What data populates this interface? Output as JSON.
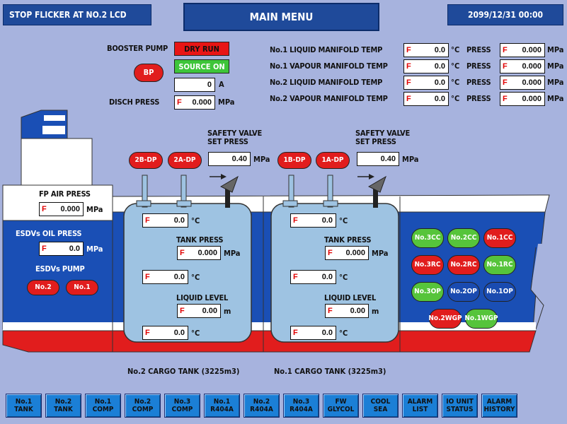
{
  "header": {
    "message": "STOP FLICKER AT NO.2 LCD",
    "title": "MAIN MENU",
    "datetime": "2099/12/31 00:00"
  },
  "booster": {
    "label": "BOOSTER PUMP",
    "pump_button": "BP",
    "status_dry_run": "DRY RUN",
    "status_source": "SOURCE ON",
    "current_value": "0",
    "current_unit": "A",
    "disch_label": "DISCH PRESS",
    "disch_value": "0.000",
    "disch_unit": "MPa"
  },
  "manifold": [
    {
      "label": "No.1 LIQUID MANIFOLD TEMP",
      "temp": "0.0",
      "temp_unit": "°C",
      "press_label": "PRESS",
      "press": "0.000",
      "press_unit": "MPa"
    },
    {
      "label": "No.1 VAPOUR MANIFOLD TEMP",
      "temp": "0.0",
      "temp_unit": "°C",
      "press_label": "PRESS",
      "press": "0.000",
      "press_unit": "MPa"
    },
    {
      "label": "No.2 LIQUID MANIFOLD TEMP",
      "temp": "0.0",
      "temp_unit": "°C",
      "press_label": "PRESS",
      "press": "0.000",
      "press_unit": "MPa"
    },
    {
      "label": "No.2 VAPOUR MANIFOLD TEMP",
      "temp": "0.0",
      "temp_unit": "°C",
      "press_label": "PRESS",
      "press": "0.000",
      "press_unit": "MPa"
    }
  ],
  "flag": "F",
  "fp_air": {
    "label": "FP AIR PRESS",
    "value": "0.000",
    "unit": "MPa"
  },
  "esdv": {
    "oil_label": "ESDVs OIL PRESS",
    "oil_value": "0.0",
    "oil_unit": "MPa",
    "pump_label": "ESDVs PUMP",
    "pump_no2": "No.2",
    "pump_no1": "No.1"
  },
  "tank2": {
    "dp_b": "2B-DP",
    "dp_a": "2A-DP",
    "safety_label": "SAFETY VALVE",
    "safety_label2": "SET PRESS",
    "safety_value": "0.40",
    "safety_unit": "MPa",
    "temp_top": "0.0",
    "temp_mid": "0.0",
    "temp_bot": "0.0",
    "temp_unit": "°C",
    "press_label": "TANK PRESS",
    "press_value": "0.000",
    "press_unit": "MPa",
    "level_label": "LIQUID LEVEL",
    "level_value": "0.00",
    "level_unit": "m",
    "name": "No.2 CARGO TANK (3225m3)"
  },
  "tank1": {
    "dp_b": "1B-DP",
    "dp_a": "1A-DP",
    "safety_label": "SAFETY VALVE",
    "safety_label2": "SET PRESS",
    "safety_value": "0.40",
    "safety_unit": "MPa",
    "temp_top": "0.0",
    "temp_mid": "0.0",
    "temp_bot": "0.0",
    "temp_unit": "°C",
    "press_label": "TANK PRESS",
    "press_value": "0.000",
    "press_unit": "MPa",
    "level_label": "LIQUID LEVEL",
    "level_value": "0.00",
    "level_unit": "m",
    "name": "No.1 CARGO TANK (3225m3)"
  },
  "equipment": [
    {
      "l1": "No.3",
      "l2": "CC",
      "color": "green"
    },
    {
      "l1": "No.2",
      "l2": "CC",
      "color": "green"
    },
    {
      "l1": "No.1",
      "l2": "CC",
      "color": "red"
    },
    {
      "l1": "No.3",
      "l2": "RC",
      "color": "red"
    },
    {
      "l1": "No.2",
      "l2": "RC",
      "color": "red"
    },
    {
      "l1": "No.1",
      "l2": "RC",
      "color": "green"
    },
    {
      "l1": "No.3",
      "l2": "OP",
      "color": "green"
    },
    {
      "l1": "No.2",
      "l2": "OP",
      "color": "blue"
    },
    {
      "l1": "No.1",
      "l2": "OP",
      "color": "blue"
    },
    {
      "l1": "No.2",
      "l2": "WGP",
      "color": "red"
    },
    {
      "l1": "No.1",
      "l2": "WGP",
      "color": "green"
    }
  ],
  "nav": [
    {
      "l1": "No.1",
      "l2": "TANK"
    },
    {
      "l1": "No.2",
      "l2": "TANK"
    },
    {
      "l1": "No.1",
      "l2": "COMP"
    },
    {
      "l1": "No.2",
      "l2": "COMP"
    },
    {
      "l1": "No.3",
      "l2": "COMP"
    },
    {
      "l1": "No.1",
      "l2": "R404A"
    },
    {
      "l1": "No.2",
      "l2": "R404A"
    },
    {
      "l1": "No.3",
      "l2": "R404A"
    },
    {
      "l1": "FW",
      "l2": "GLYCOL"
    },
    {
      "l1": "COOL",
      "l2": "SEA"
    },
    {
      "l1": "ALARM",
      "l2": "LIST"
    },
    {
      "l1": "IO UNIT",
      "l2": "STATUS"
    },
    {
      "l1": "ALARM",
      "l2": "HISTORY"
    }
  ]
}
